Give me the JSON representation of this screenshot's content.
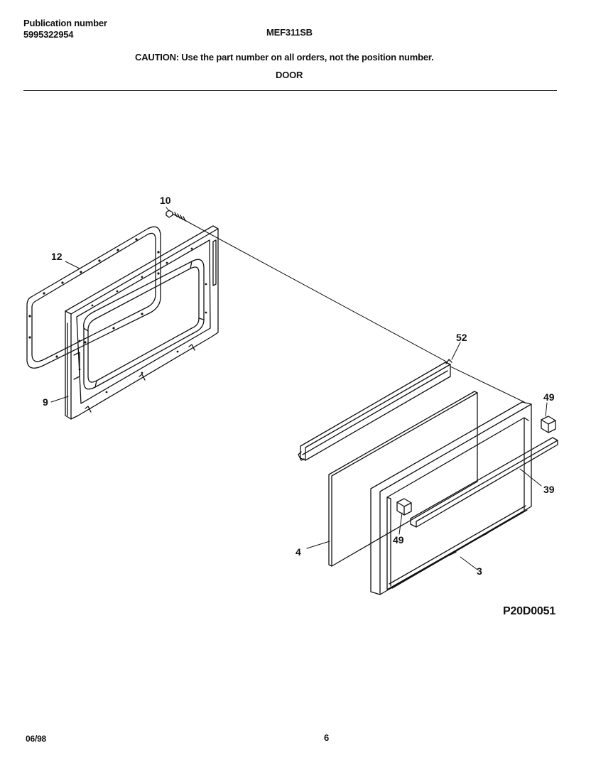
{
  "header": {
    "publication_label": "Publication number",
    "publication_number": "5995322954",
    "model": "MEF311SB",
    "caution": "CAUTION:  Use the part number on all orders, not the position number.",
    "section_title": "DOOR"
  },
  "diagram": {
    "callouts": {
      "c10": "10",
      "c12": "12",
      "c9": "9",
      "c52": "52",
      "c49a": "49",
      "c39": "39",
      "c4": "4",
      "c49b": "49",
      "c3": "3"
    },
    "drawing_code": "P20D0051"
  },
  "footer": {
    "date": "06/98",
    "page": "6"
  }
}
